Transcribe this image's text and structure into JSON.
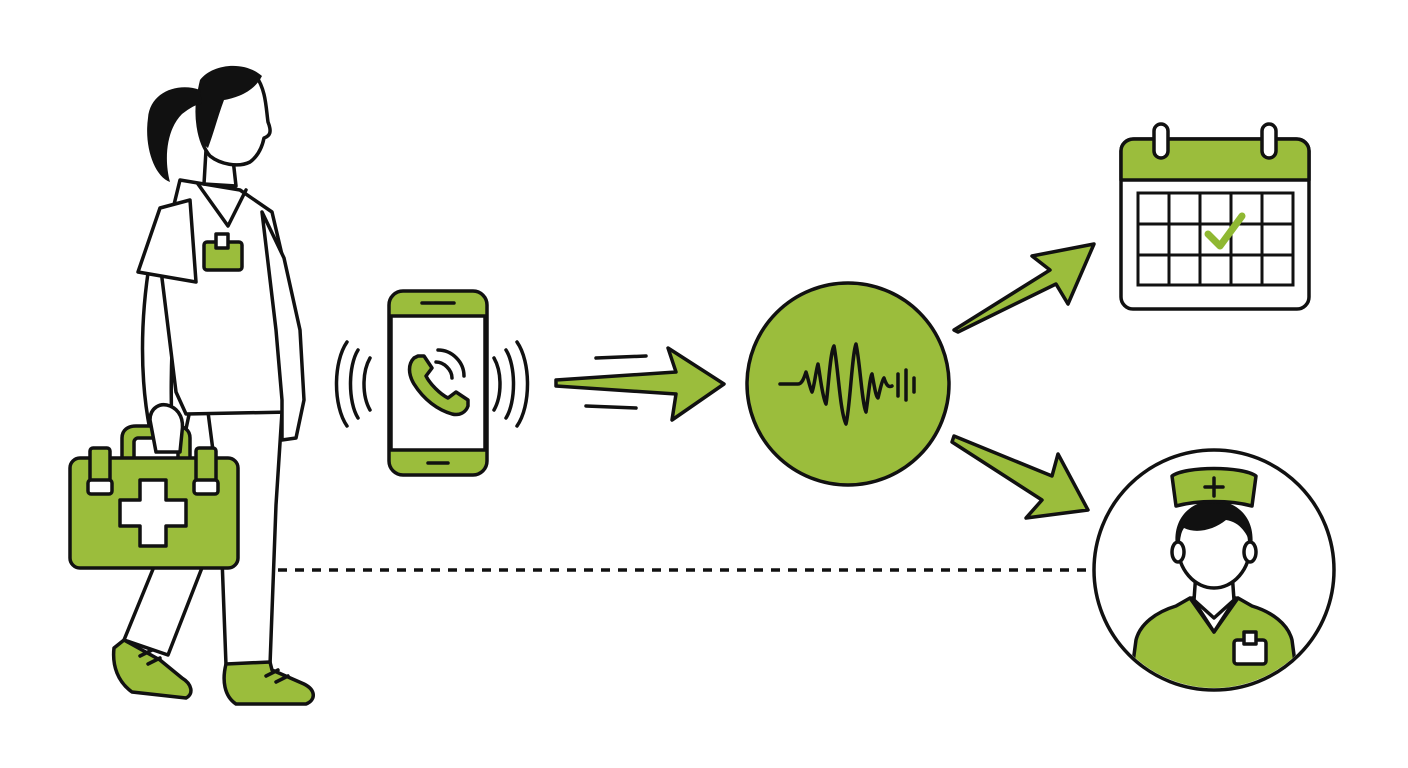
{
  "diagram": {
    "colors": {
      "accent": "#9bbd3c",
      "ink": "#111111",
      "background": "#ffffff",
      "check": "#8fb832"
    },
    "nodes": [
      {
        "id": "nurse",
        "icon": "walking-nurse-with-medical-kit-icon"
      },
      {
        "id": "phone",
        "icon": "ringing-smartphone-icon"
      },
      {
        "id": "voice",
        "icon": "voice-waveform-icon"
      },
      {
        "id": "calendar",
        "icon": "calendar-with-checkmark-icon"
      },
      {
        "id": "nurse-avatar",
        "icon": "nurse-avatar-icon"
      }
    ],
    "connections": [
      {
        "from": "phone",
        "to": "voice",
        "style": "motion-arrow"
      },
      {
        "from": "voice",
        "to": "calendar",
        "style": "arrow"
      },
      {
        "from": "voice",
        "to": "nurse-avatar",
        "style": "arrow"
      },
      {
        "from": "nurse",
        "to": "nurse-avatar",
        "style": "dotted-line"
      }
    ]
  }
}
